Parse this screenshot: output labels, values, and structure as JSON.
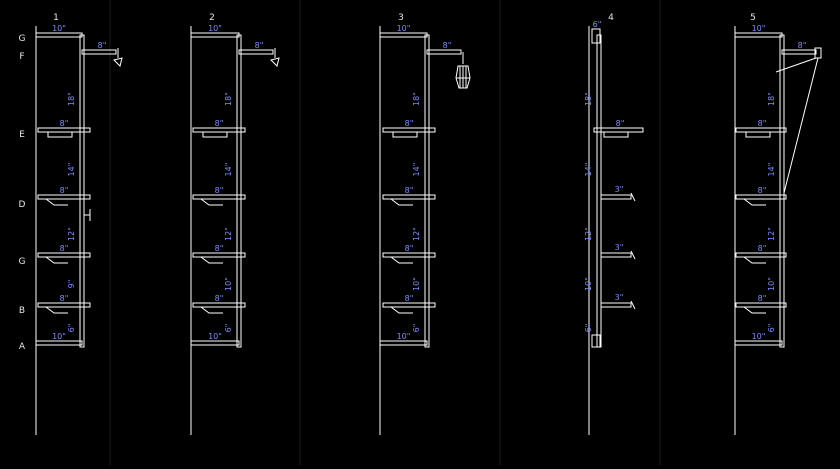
{
  "colors": {
    "line": "#ffffff",
    "dim": "#7b8cff",
    "label": "#e6e6e6",
    "bg": "#000000",
    "grid": "#1c1c1c"
  },
  "row_labels": [
    "G",
    "F",
    "E",
    "D",
    "G",
    "B",
    "A"
  ],
  "columns": [
    {
      "number": "1",
      "dims": {
        "top": "10\"",
        "arm": "8\"",
        "s1": "18\"",
        "s2": "14\"",
        "s3": "12\"",
        "s4": "9\"",
        "s5": "6\"",
        "bottom": "10\"",
        "shelf_e": "8\"",
        "shelf_d": "8\"",
        "shelf_c": "8\"",
        "shelf_b": "8\""
      }
    },
    {
      "number": "2",
      "dims": {
        "top": "10\"",
        "arm": "8\"",
        "s1": "18\"",
        "s2": "14\"",
        "s3": "12\"",
        "s4": "10\"",
        "s5": "6\"",
        "bottom": "10\"",
        "shelf_e": "8\"",
        "shelf_d": "8\"",
        "shelf_c": "8\"",
        "shelf_b": "8\""
      }
    },
    {
      "number": "3",
      "dims": {
        "top": "10\"",
        "arm": "8\"",
        "s1": "18\"",
        "s2": "14\"",
        "s3": "12\"",
        "s4": "10\"",
        "s5": "6\"",
        "bottom": "10\"",
        "shelf_e": "8\"",
        "shelf_d": "8\"",
        "shelf_c": "8\"",
        "shelf_b": "8\""
      }
    },
    {
      "number": "4",
      "dims": {
        "top": "6\"",
        "s1": "18\"",
        "s2": "14\"",
        "s3": "12\"",
        "s4": "10\"",
        "s5": "6\"",
        "shelf_e": "8\"",
        "shelf_d": "3\"",
        "shelf_c": "3\"",
        "shelf_b": "3\""
      }
    },
    {
      "number": "5",
      "dims": {
        "top": "10\"",
        "arm": "8\"",
        "s1": "18\"",
        "s2": "14\"",
        "s3": "12\"",
        "s4": "10\"",
        "s5": "6\"",
        "bottom": "10\"",
        "shelf_e": "8\"",
        "shelf_d": "8\"",
        "shelf_c": "8\"",
        "shelf_b": "8\""
      }
    }
  ]
}
